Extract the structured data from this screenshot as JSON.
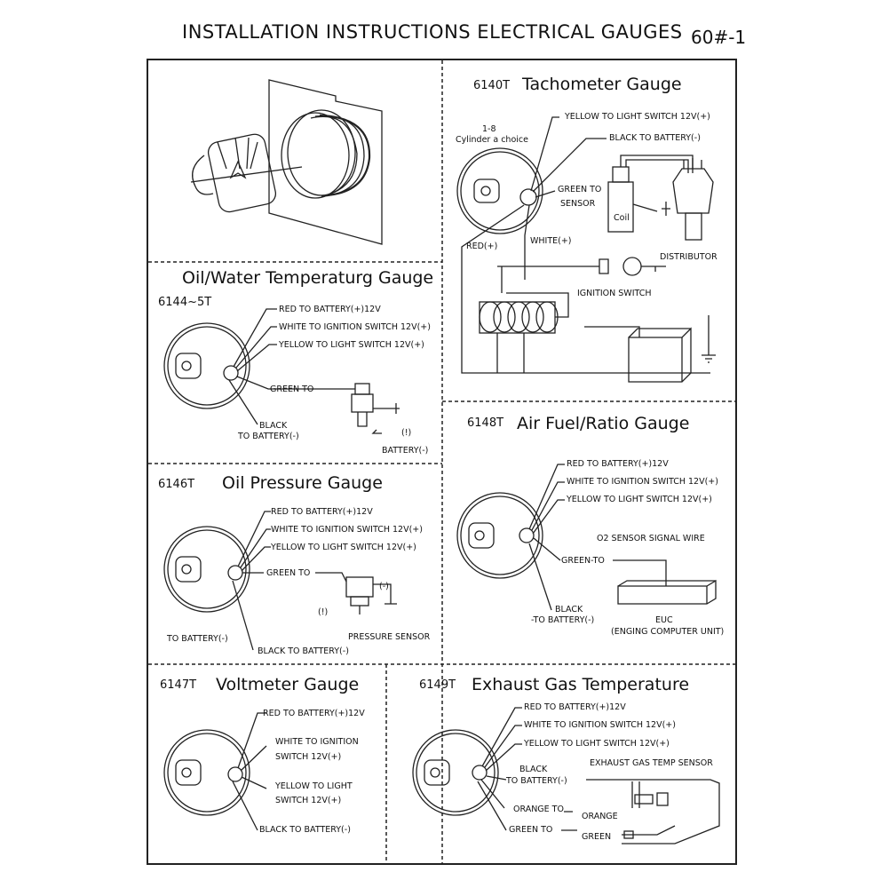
{
  "header": {
    "title": "INSTALLATION INSTRUCTIONS ELECTRICAL GAUGES",
    "code": "60#-1"
  },
  "tach": {
    "model": "6140T",
    "title": "Tachometer Gauge",
    "cyl": "1-8",
    "cyl2": "Cylinder a choice",
    "yellow": "YELLOW  TO LIGHT SWITCH 12V(+)",
    "black": "BLACK  TO BATTERY(-)",
    "green": "GREEN TO",
    "green2": "SENSOR",
    "red": "RED(+)",
    "white": "WHITE(+)",
    "coil": "Coil",
    "distributor": "DISTRIBUTOR",
    "ignition": "IGNITION SWITCH"
  },
  "oilwater": {
    "model": "6144~5T",
    "title": "Oil/Water Temperaturg Gauge",
    "red": "RED  TO  BATTERY(+)12V",
    "white": "WHITE  TO IGNITION SWITCH 12V(+)",
    "yellow": "YELLOW  TO LIGHT SWITCH 12V(+)",
    "green": "GREEN TO",
    "black": "BLACK",
    "black2": "TO BATTERY(-)",
    "mark": "(!)",
    "battery": "BATTERY(-)"
  },
  "oilpress": {
    "model": "6146T",
    "title": "Oil Pressure Gauge",
    "red": "RED  TO  BATTERY(+)12V",
    "white": "WHITE  TO IGNITION SWITCH 12V(+)",
    "yellow": "YELLOW  TO LIGHT SWITCH 12V(+)",
    "green": "GREEN TO",
    "minus": "(-)",
    "mark": "(!)",
    "sensor": "PRESSURE SENSOR",
    "tobattery": "TO BATTERY(-)",
    "black": "BLACK TO BATTERY(-)"
  },
  "airfuel": {
    "model": "6148T",
    "title": "Air Fuel/Ratio Gauge",
    "red": "RED  TO  BATTERY(+)12V",
    "white": "WHITE  TO IGNITION SWITCH 12V(+)",
    "yellow": "YELLOW  TO LIGHT SWITCH 12V(+)",
    "o2": "O2 SENSOR SIGNAL WIRE",
    "green": "GREEN-TO",
    "black": "BLACK",
    "black2": "-TO BATTERY(-)",
    "euc": "EUC",
    "euc2": "(ENGING COMPUTER UNIT)"
  },
  "volt": {
    "model": "6147T",
    "title": "Voltmeter Gauge",
    "red": "RED  TO  BATTERY(+)12V",
    "white": "WHITE  TO IGNITION",
    "white2": "SWITCH 12V(+)",
    "yellow": "YELLOW  TO LIGHT",
    "yellow2": "SWITCH 12V(+)",
    "black": "BLACK TO BATTERY(-)"
  },
  "egt": {
    "model": "6149T",
    "title": "Exhaust Gas Temperature",
    "red": "RED  TO  BATTERY(+)12V",
    "white": "WHITE  TO IGNITION SWITCH 12V(+)",
    "yellow": "YELLOW  TO LIGHT SWITCH 12V(+)",
    "black": "BLACK",
    "black2": "TO BATTERY(-)",
    "sensor": "EXHAUST GAS TEMP SENSOR",
    "orange": "ORANGE TO",
    "orange2": "ORANGE",
    "green": "GREEN TO",
    "green2": "GREEN"
  }
}
